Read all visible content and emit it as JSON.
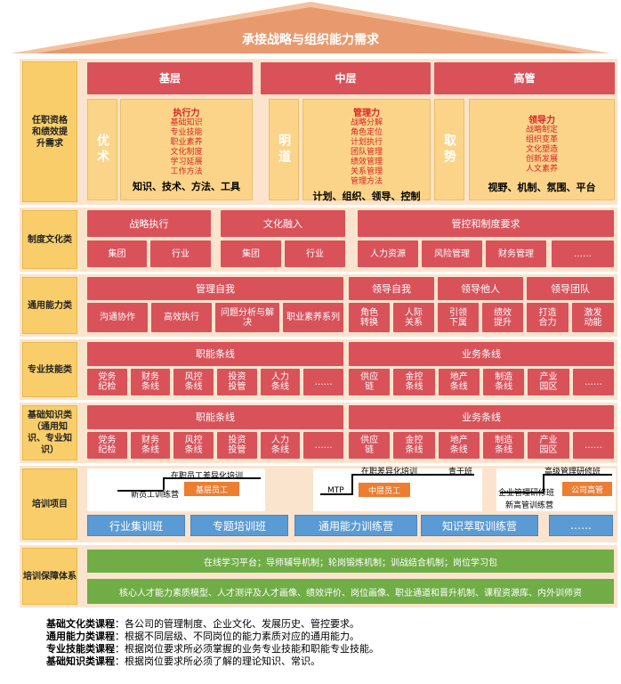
{
  "roof": {
    "title": "承接战略与组织能力需求"
  },
  "rows": {
    "qualification": "任职资格和绩效提升需求",
    "culture": "制度文化类",
    "general": "通用能力类",
    "professional": "专业技能类",
    "knowledge": "基础知识类（通用知识、专业知识）",
    "training": "培训项目",
    "support": "培训保障体系"
  },
  "levels": {
    "base": {
      "title": "基层",
      "side": "优术",
      "cap": "执行力",
      "items": [
        "基础知识",
        "专业技能",
        "职业素养",
        "文化制度",
        "学习延展",
        "工作方法"
      ],
      "summary": "知识、技术、方法、工具"
    },
    "mid": {
      "title": "中层",
      "side": "明道",
      "cap": "管理力",
      "items": [
        "战略分解",
        "角色定位",
        "计划执行",
        "团队管理",
        "绩效管理",
        "关系管理",
        "管理方法"
      ],
      "summary": "计划、组织、领导、控制"
    },
    "top": {
      "title": "高管",
      "side": "取势",
      "cap": "领导力",
      "items": [
        "战略制定",
        "组织变革",
        "文化塑造",
        "创新发展",
        "人文素养"
      ],
      "summary": "视野、机制、氛围、平台"
    }
  },
  "culture": {
    "strategy": {
      "title": "战略执行",
      "items": [
        "集团",
        "行业"
      ]
    },
    "integration": {
      "title": "文化融入",
      "items": [
        "集团",
        "行业"
      ]
    },
    "control": {
      "title": "管控和制度要求",
      "items": [
        "人力资源",
        "风险管理",
        "财务管理",
        "……"
      ]
    }
  },
  "general": {
    "self_mgmt": {
      "title": "管理自我",
      "items": [
        "沟通协作",
        "高效执行",
        "问题分析与解决",
        "职业素养系列"
      ]
    },
    "lead_self": {
      "title": "领导自我",
      "items": [
        "角色转换",
        "人际关系"
      ]
    },
    "lead_others": {
      "title": "领导他人",
      "items": [
        "引领下属",
        "绩效提升"
      ]
    },
    "lead_team": {
      "title": "领导团队",
      "items": [
        "打造合力",
        "激发动能"
      ]
    }
  },
  "professional": {
    "func": {
      "title": "职能条线",
      "items": [
        "党务纪检",
        "财务条线",
        "风控条线",
        "投资投管",
        "人力条线",
        "……"
      ]
    },
    "biz": {
      "title": "业务条线",
      "items": [
        "供应链",
        "金控条线",
        "地产条线",
        "制造条线",
        "产业园区",
        "……"
      ]
    }
  },
  "knowledge": {
    "func": {
      "title": "职能条线",
      "items": [
        "党务纪检",
        "财务条线",
        "风控条线",
        "投资投管",
        "人力条线",
        "……"
      ]
    },
    "biz": {
      "title": "业务条线",
      "items": [
        "供应链",
        "金控条线",
        "地产条线",
        "制造条线",
        "产业园区",
        "……"
      ]
    }
  },
  "training": {
    "base_labels": {
      "low": "新员工训练营",
      "high": "在职员工差异化培训",
      "badge": "基层员工"
    },
    "mid_labels": {
      "low": "MTP",
      "high": "在职差异化培训",
      "high2": "青干班",
      "badge": "中层员工"
    },
    "top_labels": {
      "low": "企业管理研修班",
      "high": "高级管理研修班",
      "low2": "新高管训练营",
      "badge": "公司高管"
    },
    "camps": [
      "行业集训班",
      "专题培训班",
      "通用能力训练营",
      "知识萃取训练营",
      "……"
    ]
  },
  "support": {
    "line1": "在线学习平台；导师辅导机制；轮岗锻炼机制；训战结合机制；岗位学习包",
    "line2": "核心人才能力素质模型、人才测评及人才画像、绩效评价、岗位画像、职业通道和晋升机制、课程资源库、内外训师资"
  },
  "legend": [
    {
      "term": "基础文化类课程",
      "desc": "：各公司的管理制度、企业文化、发展历史、管控要求。"
    },
    {
      "term": "通用能力类课程",
      "desc": "：根据不同层级、不同岗位的能力素质对应的通用能力。"
    },
    {
      "term": "专业技能类课程",
      "desc": "：根据岗位要求所必须掌握的业务专业技能和职能专业技能。"
    },
    {
      "term": "基础知识类课程",
      "desc": "：根据岗位要求所必须了解的理论知识、常识。"
    }
  ],
  "colors": {
    "red": "#d9525a",
    "roof": "#f0b184",
    "side": "#f9ce6a",
    "blue": "#5b9bd5",
    "green": "#70ad47",
    "orange": "#ed7d31"
  }
}
